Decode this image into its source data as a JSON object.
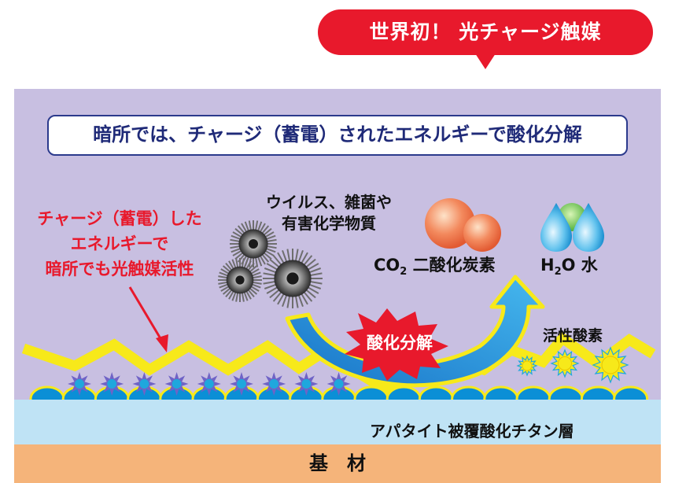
{
  "headline": "世界初！ 光チャージ触媒",
  "title": "暗所では、チャージ（蓄電）されたエネルギーで酸化分解",
  "charge_note": [
    "チャージ（蓄電）した",
    "エネルギーで",
    "暗所でも光触媒活性"
  ],
  "virus_label": [
    "ウイルス、雑菌や",
    "有害化学物質"
  ],
  "co2": {
    "formula_main": "CO",
    "formula_sub": "2",
    "name": " 二酸化炭素"
  },
  "h2o": {
    "formula_h": "H",
    "formula_sub": "2",
    "formula_o": "O",
    "name": " 水"
  },
  "decomposition": "酸化分解",
  "active_oxygen": "活性酸素",
  "coating_label": "アパタイト被覆酸化チタン層",
  "base_label": "基　材",
  "colors": {
    "headline_red": "#e8192c",
    "panel_purple": "#c8bfe1",
    "title_navy": "#1f2a78",
    "zigzag_yellow": "#f7e91a",
    "particle_blue": "#0b8fd6",
    "coating_light_blue": "#bfe3f5",
    "base_orange": "#f5b47a",
    "arrow_blue": "#1e9ee0"
  },
  "icons": [
    "virus-icon",
    "co2-molecule-icon",
    "water-molecule-icon",
    "sun-burst-icon",
    "spiky-star-icon",
    "red-pointer-arrow-icon",
    "curved-decomposition-arrow-icon",
    "explosion-burst-icon"
  ]
}
